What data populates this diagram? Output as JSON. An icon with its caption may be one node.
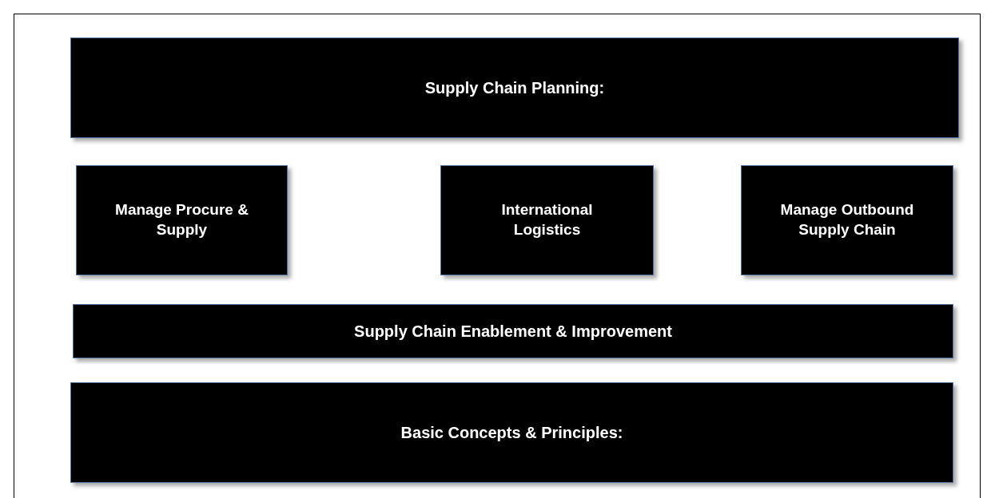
{
  "diagram": {
    "nodes": [
      {
        "text": [
          "Supply Chain Planning:"
        ]
      },
      {
        "text": [
          "Manage Procure & Supply"
        ]
      },
      {
        "text": [
          "International Logistics"
        ]
      },
      {
        "text": [
          "Manage Outbound Supply Chain"
        ]
      },
      {
        "text": [
          "Supply Chain Enablement & Improvement"
        ]
      },
      {
        "text": [
          "Basic Concepts & Principles:"
        ]
      }
    ]
  }
}
